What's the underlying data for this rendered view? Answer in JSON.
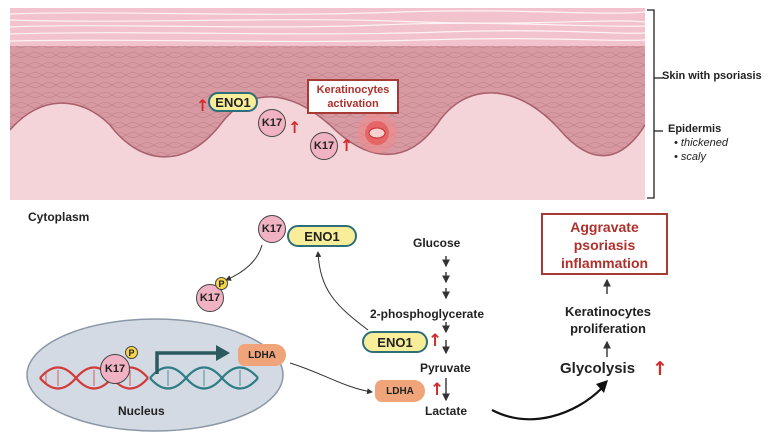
{
  "skin": {
    "label": "Skin with psoriasis",
    "epidermis_label": "Epidermis",
    "epidermis_features": [
      "• thickened",
      "• scaly"
    ],
    "activation_label_line1": "Keratinocytes",
    "activation_label_line2": "activation",
    "eno1": "ENO1",
    "k17_a": "K17",
    "k17_b": "K17"
  },
  "cytoplasm": {
    "label": "Cytoplasm",
    "k17_top": "K17",
    "eno1_top": "ENO1",
    "k17_phos": "K17",
    "phos_badge": "P"
  },
  "nucleus": {
    "label": "Nucleus",
    "k17": "K17",
    "phos_badge": "P",
    "ldha": "LDHA"
  },
  "pathway": {
    "glucose": "Glucose",
    "pg": "2-phosphoglycerate",
    "eno1": "ENO1",
    "pyruvate": "Pyruvate",
    "ldha": "LDHA",
    "lactate": "Lactate",
    "glycolysis": "Glycolysis",
    "prolif_line1": "Keratinocytes",
    "prolif_line2": "proliferation",
    "outcome_line1": "Aggravate",
    "outcome_line2": "psoriasis",
    "outcome_line3": "inflammation"
  },
  "colors": {
    "skin_top": "#f3c6cf",
    "epidermis": "#cf8f98",
    "dermis": "#f4d4d8",
    "accent_red": "#d22b2b",
    "box_red": "#a63a34",
    "eno1_fill": "#f8ee9a",
    "eno1_border": "#2d6e7a",
    "k17_fill": "#f1b3c3",
    "ldha_fill": "#f0a47a",
    "nucleus_fill": "#d3dae3",
    "dna_red": "#d33b3b",
    "dna_teal": "#2f7d86"
  }
}
